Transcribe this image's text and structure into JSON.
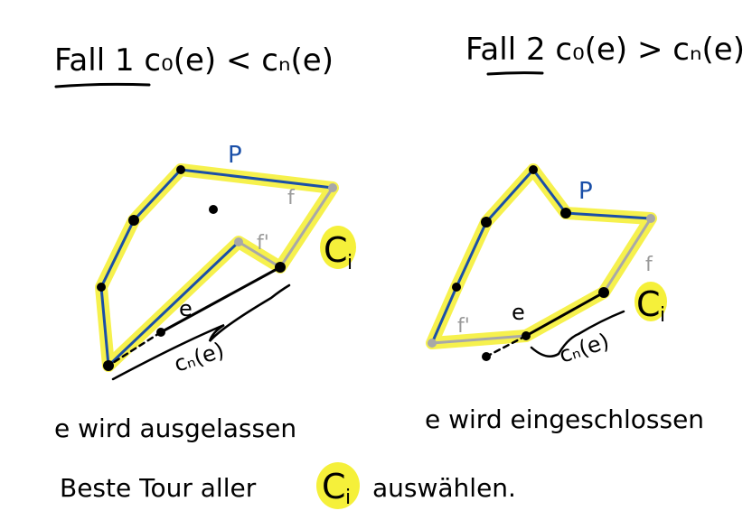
{
  "headings": {
    "case1": "Fall 1  c₀(e) < cₙ(e)",
    "case2": "Fall 2  c₀(e) > cₙ(e)"
  },
  "case1": {
    "label_p": "P",
    "label_f": "f",
    "label_f_prime": "f'",
    "label_e": "e",
    "label_ce": "cₙ(e)",
    "label_C": "C",
    "label_C_sub": "i",
    "caption": "e wird ausgelassen"
  },
  "case2": {
    "label_p": "P",
    "label_f": "f",
    "label_f_prime": "f'",
    "label_e": "e",
    "label_ce": "cₙ(e)",
    "label_C": "C",
    "label_C_sub": "i",
    "caption": "e wird eingeschlossen"
  },
  "conclusion": {
    "text_before": "Beste Tour aller",
    "C": "C",
    "C_sub": "i",
    "text_after": "auswählen."
  },
  "colors": {
    "highlight": "#f5f03a",
    "path_blue": "#1a4fa8",
    "grey": "#a8a8a8",
    "ink": "#000000"
  }
}
